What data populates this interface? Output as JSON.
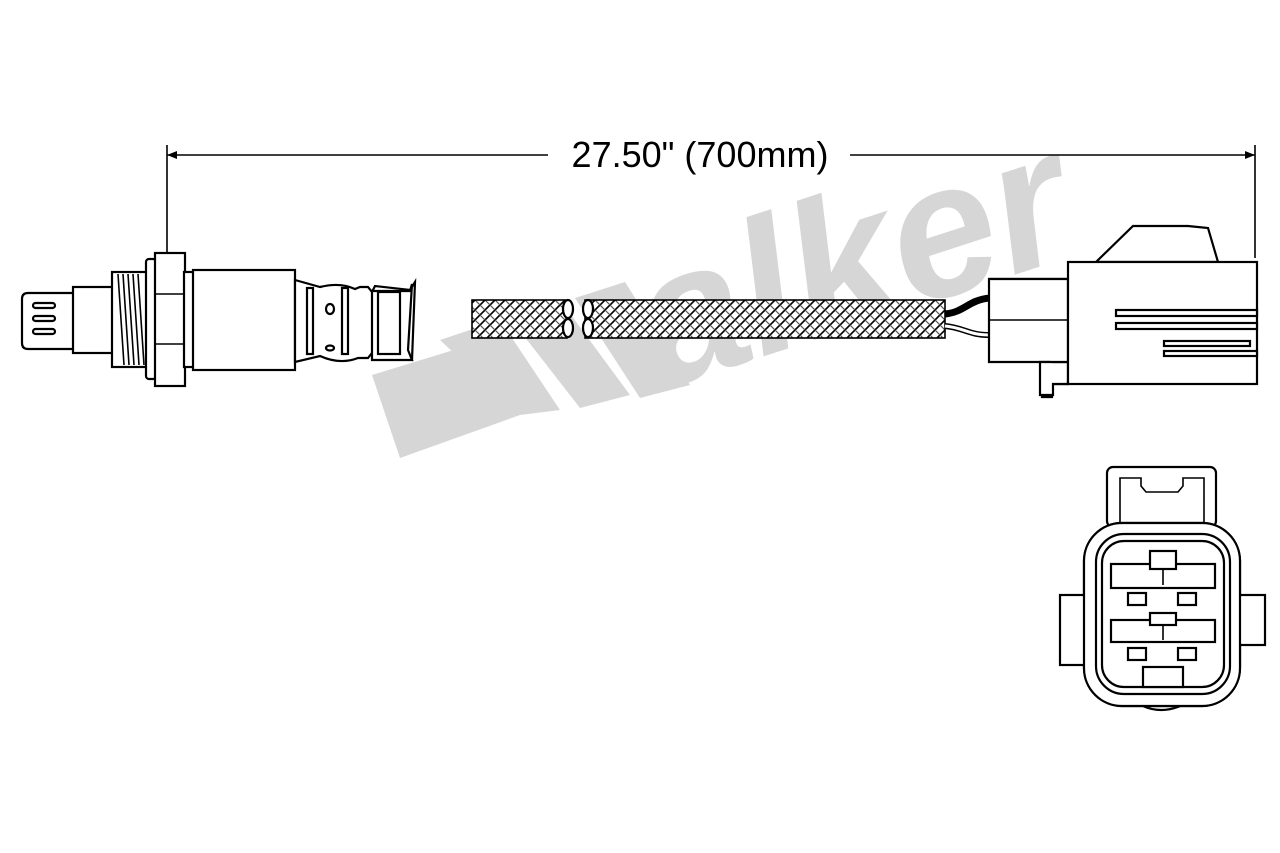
{
  "dimension": {
    "label": "27.50\" (700mm)"
  },
  "watermark": {
    "logo_text": "Walker",
    "color": "#d6d6d6"
  },
  "parts": [
    "sensor-tip",
    "threaded-body",
    "hex-nut",
    "sensor-shell",
    "braided-cable",
    "wire-leads",
    "connector-side-view",
    "connector-face-view"
  ]
}
